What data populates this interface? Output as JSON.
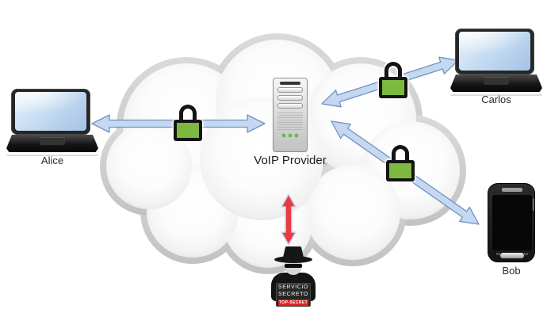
{
  "diagram": {
    "center_node": {
      "label": "VoIP Provider",
      "device": "server-tower"
    },
    "endpoints": [
      {
        "id": "alice",
        "label": "Alice",
        "device": "laptop"
      },
      {
        "id": "carlos",
        "label": "Carlos",
        "device": "laptop"
      },
      {
        "id": "bob",
        "label": "Bob",
        "device": "smartphone"
      }
    ],
    "eavesdropper": {
      "sign_line1": "SERVICIO",
      "sign_line2": "SECRETO",
      "banner": "TOP-SECRET"
    },
    "links": [
      {
        "from": "Alice",
        "to": "VoIP Provider",
        "bidirectional": true,
        "padlock": true
      },
      {
        "from": "VoIP Provider",
        "to": "Carlos",
        "bidirectional": true,
        "padlock": true
      },
      {
        "from": "VoIP Provider",
        "to": "Bob",
        "bidirectional": true,
        "padlock": true
      },
      {
        "from": "VoIP Provider",
        "to": "Servicio Secreto",
        "bidirectional": true,
        "padlock": false
      }
    ],
    "colors": {
      "link_fill": "#c5d8ef",
      "link_stroke": "#6e93c4",
      "wiretap_fill": "#ea3b43",
      "wiretap_stroke": "#ccd9ea",
      "padlock_body": "#7db83f",
      "padlock_outline": "#141414",
      "cloud_ring": "#cbcbcb",
      "cloud_fill": "#ffffff",
      "banner_red": "#e02020"
    }
  }
}
